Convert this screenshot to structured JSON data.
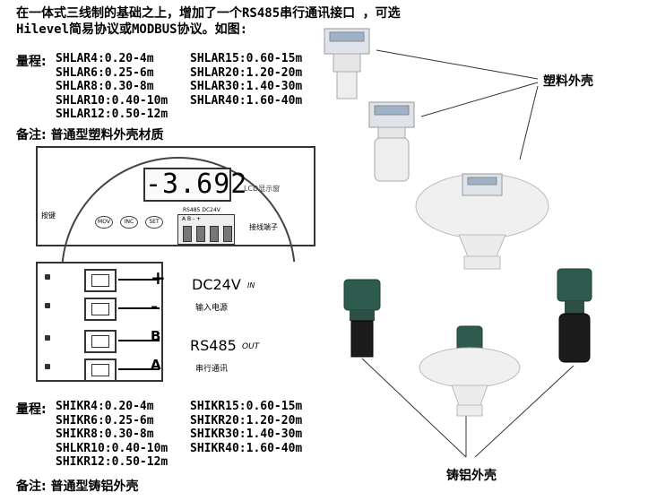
{
  "intro": {
    "line1": "在一体式三线制的基础之上，增加了一个RS485串行通讯接口 ，可选",
    "line2": "Hilevel简易协议或MODBUS协议。如图:"
  },
  "plastic": {
    "range_label": "量程:",
    "col1": [
      "SHLAR4:0.20-4m",
      "SHLAR6:0.25-6m",
      "SHLAR8:0.30-8m",
      "SHLAR10:0.40-10m",
      "SHLAR12:0.50-12m"
    ],
    "col2": [
      "SHLAR15:0.60-15m",
      "SHLAR20:1.20-20m",
      "SHLAR30:1.40-30m",
      "SHLAR40:1.60-40m"
    ],
    "note": "备注: 普通型塑料外壳材质",
    "shell_label": "塑料外壳"
  },
  "panel": {
    "display": "-3.692",
    "lcd_label": "LCD显示窗",
    "key_label": "按键",
    "buttons": [
      "MOV",
      "INC",
      "SET"
    ],
    "terminal_label": "接线端子",
    "terminal_sub": "RS485  DC24V",
    "terminal_pins": "A  B  -  +"
  },
  "terminal": {
    "signs": [
      "+",
      "-",
      "B",
      "A"
    ],
    "dc_label": "DC24V",
    "dc_sub": "IN",
    "dc_cn": "输入电源",
    "rs_label": "RS485",
    "rs_sub": "OUT",
    "rs_cn": "串行通讯"
  },
  "aluminum": {
    "range_label": "量程:",
    "col1": [
      "SHIKR4:0.20-4m",
      "SHIKR6:0.25-6m",
      "SHIKR8:0.30-8m",
      "SHLKR10:0.40-10m",
      "SHIKR12:0.50-12m"
    ],
    "col2": [
      "SHIKR15:0.60-15m",
      "SHIKR20:1.20-20m",
      "SHIKR30:1.40-30m",
      "SHIKR40:1.60-40m"
    ],
    "note": "备注: 普通型铸铝外壳",
    "shell_label": "铸铝外壳"
  }
}
